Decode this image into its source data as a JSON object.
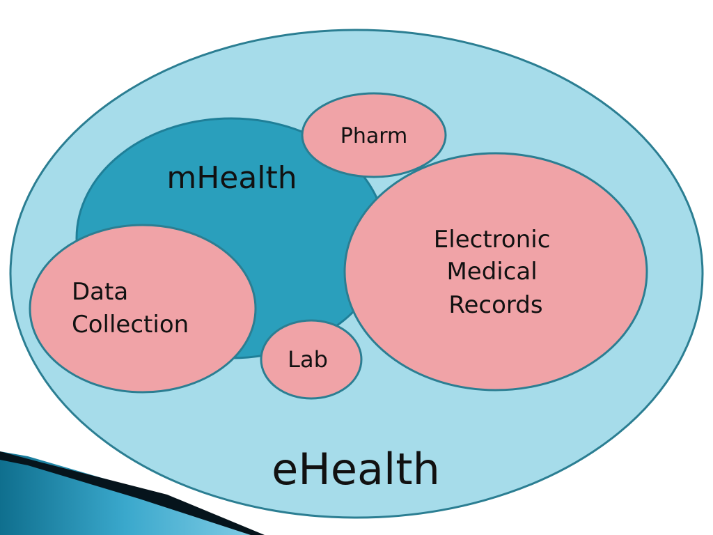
{
  "diagram": {
    "outer_label": "eHealth",
    "inner_label": "mHealth",
    "nodes": {
      "pharm": "Pharm",
      "emr": [
        "Electronic",
        "Medical",
        "Records"
      ],
      "data_collection": [
        "Data",
        "Collection"
      ],
      "lab": "Lab"
    }
  },
  "colors": {
    "outer_fill": "#a6dcea",
    "inner_fill": "#2a9fbc",
    "node_fill": "#f0a3a7",
    "stroke": "#2b7e92"
  }
}
